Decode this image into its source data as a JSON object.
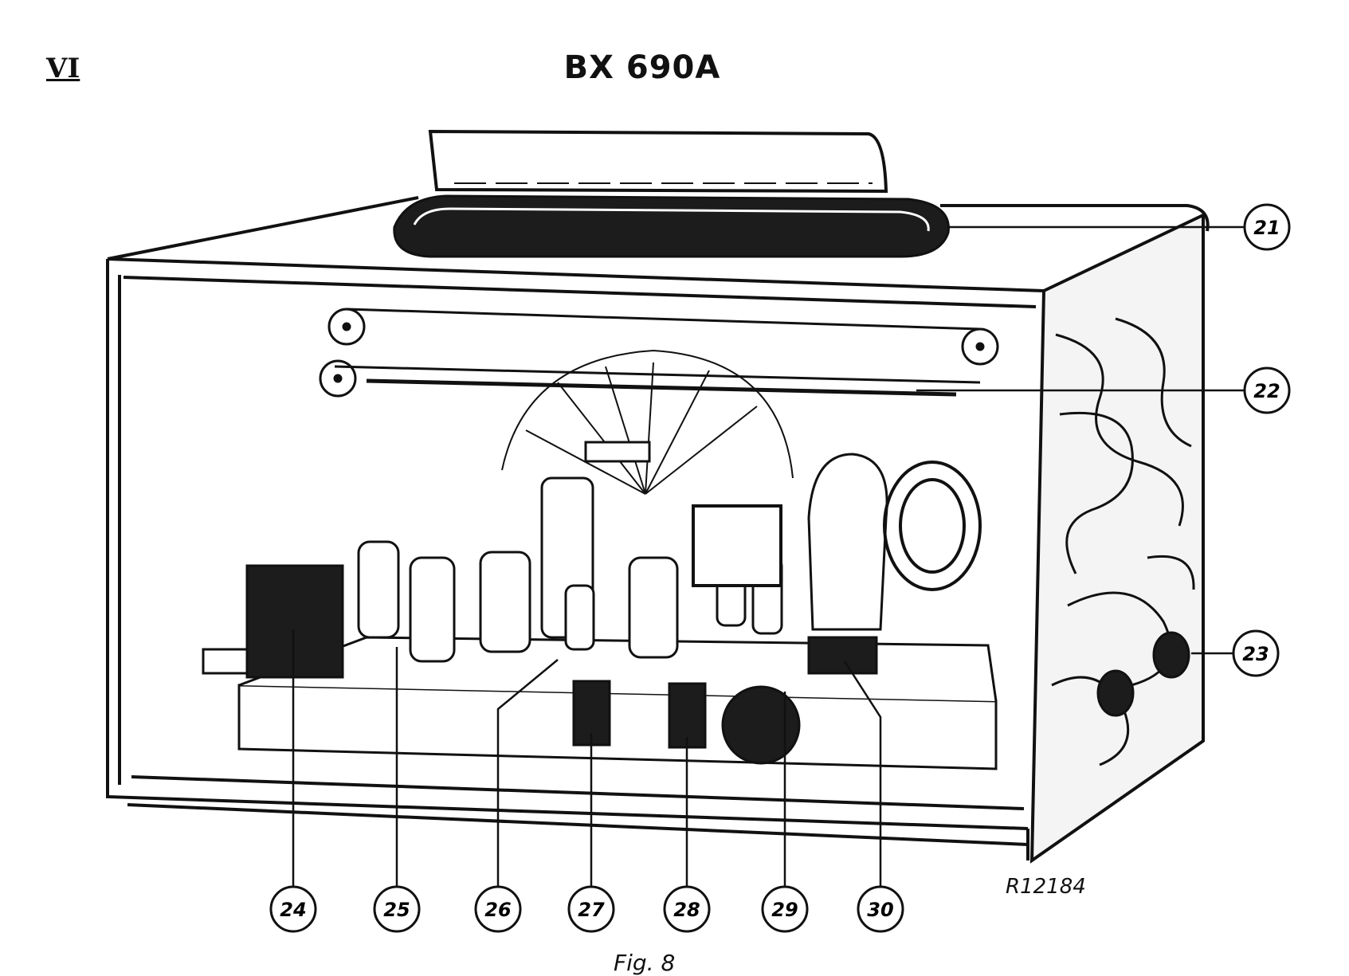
{
  "page_number": "VI",
  "title": "BX 690A",
  "drawing_reference": "R12184",
  "caption": "Fig. 8",
  "callouts": [
    "21",
    "22",
    "23",
    "24",
    "25",
    "26",
    "27",
    "28",
    "29",
    "30"
  ]
}
